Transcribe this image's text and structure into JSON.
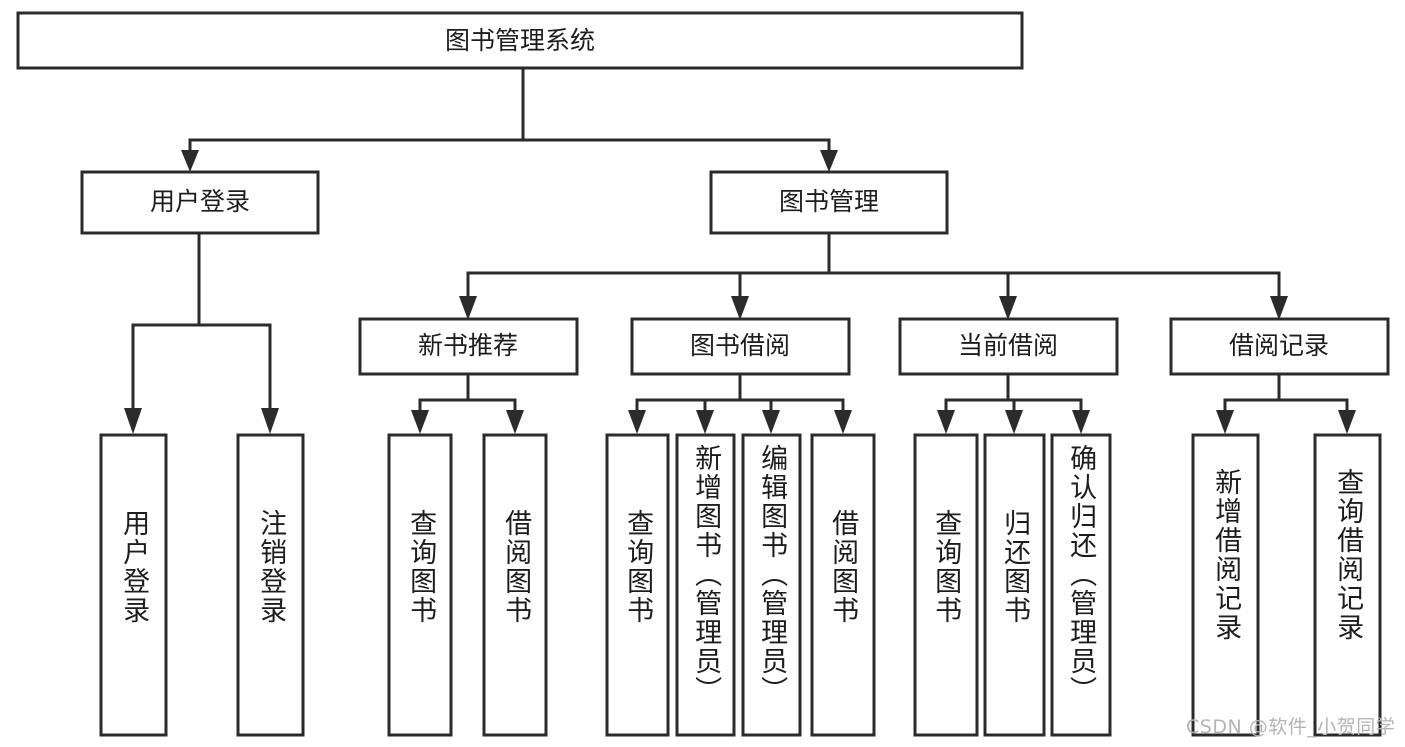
{
  "diagram": {
    "title": "图书管理系统",
    "type": "tree-hierarchy-diagram",
    "colors": {
      "box_stroke": "#2b2b2b",
      "box_fill": "#ffffff",
      "connector": "#2b2b2b",
      "text": "#1d1d1d",
      "watermark": "#b4b4b4",
      "background": "#ffffff"
    },
    "root": {
      "label": "图书管理系统"
    },
    "level2": [
      {
        "id": "user-login",
        "label": "用户登录"
      },
      {
        "id": "book-management",
        "label": "图书管理"
      }
    ],
    "level3": [
      {
        "id": "new-book-recommend",
        "label": "新书推荐",
        "parent": "book-management"
      },
      {
        "id": "book-borrow",
        "label": "图书借阅",
        "parent": "book-management"
      },
      {
        "id": "current-borrow",
        "label": "当前借阅",
        "parent": "book-management"
      },
      {
        "id": "borrow-record",
        "label": "借阅记录",
        "parent": "book-management"
      }
    ],
    "leaves": [
      {
        "id": "leaf-user-login",
        "label": "用户登录",
        "parent": "user-login"
      },
      {
        "id": "leaf-logout",
        "label": "注销登录",
        "parent": "user-login"
      },
      {
        "id": "leaf-query-book-1",
        "label": "查询图书",
        "parent": "new-book-recommend"
      },
      {
        "id": "leaf-borrow-book-1",
        "label": "借阅图书",
        "parent": "new-book-recommend"
      },
      {
        "id": "leaf-query-book-2",
        "label": "查询图书",
        "parent": "book-borrow"
      },
      {
        "id": "leaf-add-book",
        "label": "新增图书（管理员）",
        "parent": "book-borrow"
      },
      {
        "id": "leaf-edit-book",
        "label": "编辑图书（管理员）",
        "parent": "book-borrow"
      },
      {
        "id": "leaf-borrow-book-2",
        "label": "借阅图书",
        "parent": "book-borrow"
      },
      {
        "id": "leaf-query-book-3",
        "label": "查询图书",
        "parent": "current-borrow"
      },
      {
        "id": "leaf-return-book",
        "label": "归还图书",
        "parent": "current-borrow"
      },
      {
        "id": "leaf-confirm-return",
        "label": "确认归还（管理员）",
        "parent": "current-borrow"
      },
      {
        "id": "leaf-add-record",
        "label": "新增借阅记录",
        "parent": "borrow-record"
      },
      {
        "id": "leaf-query-record",
        "label": "查询借阅记录",
        "parent": "borrow-record"
      }
    ],
    "watermark": "CSDN @软件_小贺同学"
  }
}
